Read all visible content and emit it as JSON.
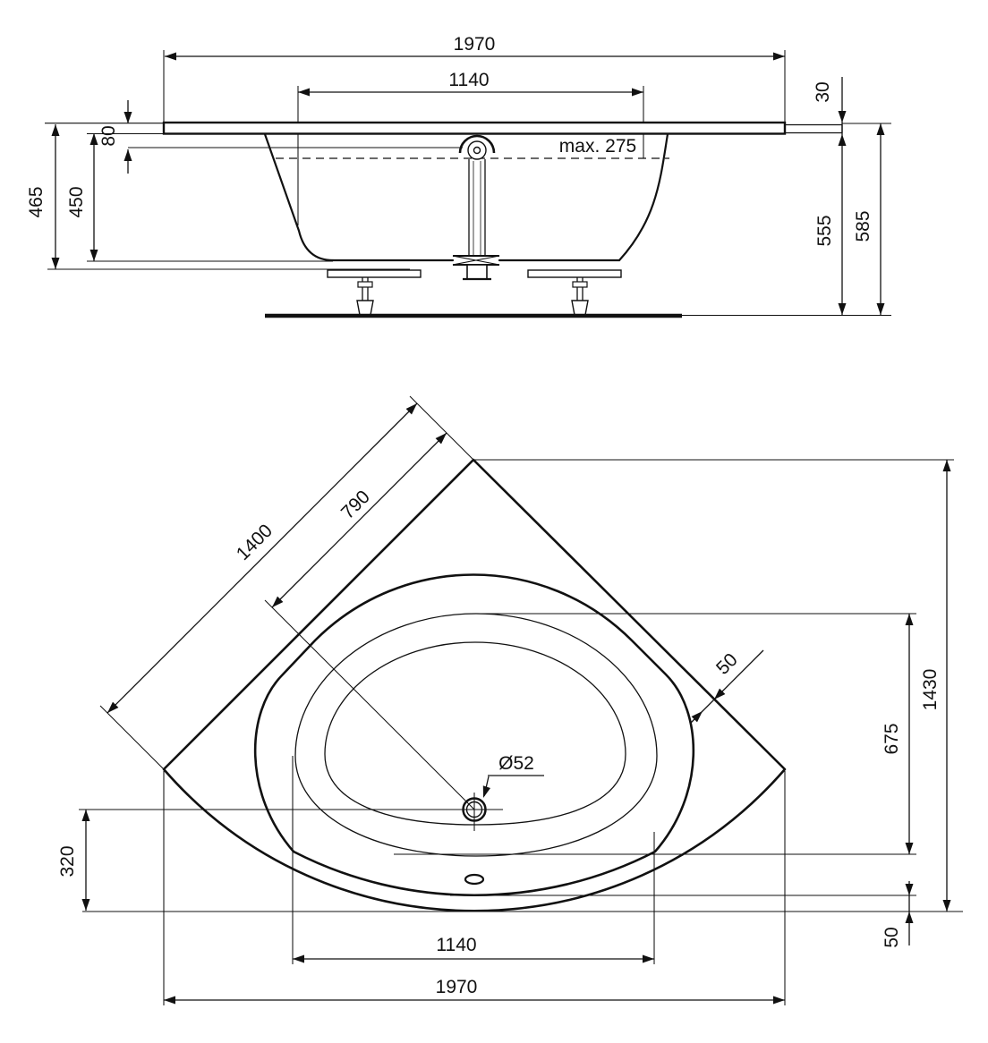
{
  "drawing": {
    "kind": "corner bathtub installation drawing",
    "side_view": {
      "width_overall": "1970",
      "width_basin": "1140",
      "rim_to_overflow": "80",
      "height_outer_left": "465",
      "height_inner_left": "450",
      "water_level_max": "max. 275",
      "rim_thickness": "30",
      "height_under_rim": "555",
      "height_total_right": "585"
    },
    "plan_view": {
      "edge_length": "1400",
      "edge_to_drain": "790",
      "rim_width_side": "50",
      "depth_overall": "1430",
      "basin_depth": "675",
      "rim_width_front": "50",
      "drain_to_front": "320",
      "basin_width": "1140",
      "width_overall": "1970",
      "drain_diameter": "Ø52"
    }
  }
}
